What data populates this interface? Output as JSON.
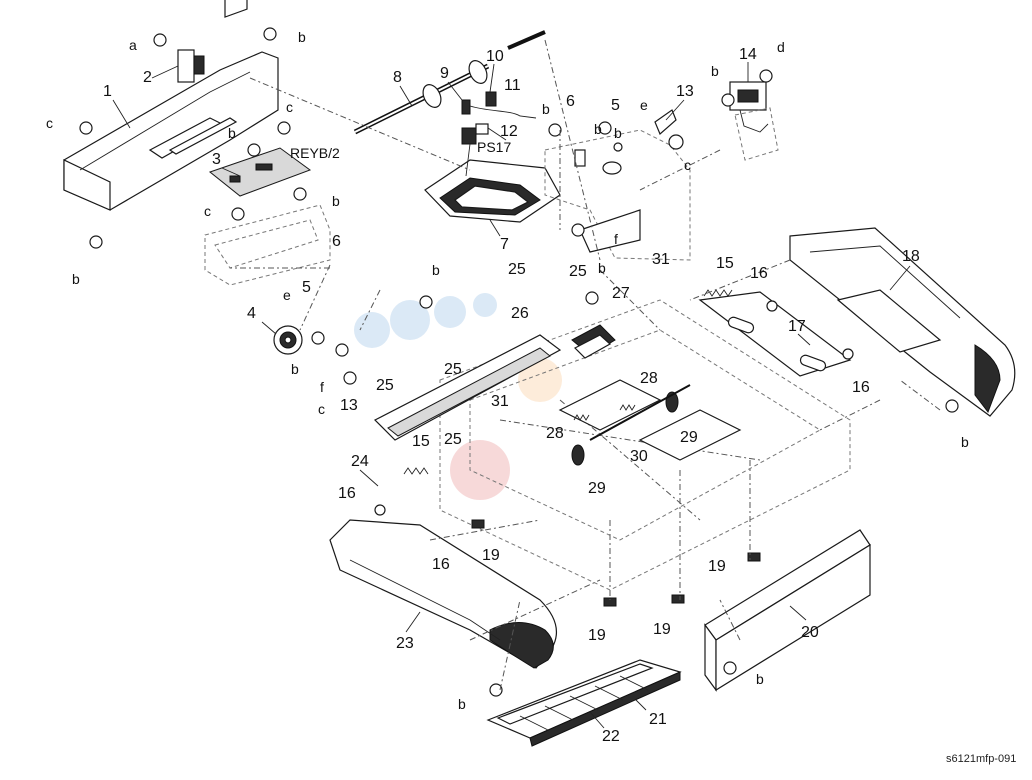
{
  "diagram": {
    "callouts": {
      "c1": "1",
      "c2": "2",
      "c3": "3",
      "c4": "4",
      "c5a": "5",
      "c5b": "5",
      "c6a": "6",
      "c6b": "6",
      "c7": "7",
      "c8": "8",
      "c9": "9",
      "c10": "10",
      "c11": "11",
      "c12": "12",
      "c13a": "13",
      "c13b": "13",
      "c14": "14",
      "c15a": "15",
      "c15b": "15",
      "c16a": "16",
      "c16b": "16",
      "c16c": "16",
      "c16d": "16",
      "c17": "17",
      "c18": "18",
      "c19a": "19",
      "c19b": "19",
      "c19c": "19",
      "c19d": "19",
      "c20": "20",
      "c21": "21",
      "c22": "22",
      "c23": "23",
      "c24": "24",
      "c25a": "25",
      "c25b": "25",
      "c25c": "25",
      "c25d": "25",
      "c25e": "25",
      "c26": "26",
      "c27": "27",
      "c28a": "28",
      "c28b": "28",
      "c29a": "29",
      "c29b": "29",
      "c30": "30",
      "c31a": "31",
      "c31b": "31",
      "la": "a",
      "lb1": "b",
      "lb2": "b",
      "lb3": "b",
      "lb4": "b",
      "lb5": "b",
      "lb6": "b",
      "lb7": "b",
      "lb8": "b",
      "lb9": "b",
      "lb10": "b",
      "lb11": "b",
      "lb12": "b",
      "lb13": "b",
      "lb14": "b",
      "lc1": "c",
      "lc2": "c",
      "lc3": "c",
      "lc4": "c",
      "lc5": "c",
      "ld": "d",
      "le1": "e",
      "le2": "e",
      "lf1": "f",
      "lf2": "f"
    },
    "board_labels": {
      "reyb": "REYB/2",
      "ps17": "PS17"
    },
    "figure_code": "s6121mfp-091"
  }
}
